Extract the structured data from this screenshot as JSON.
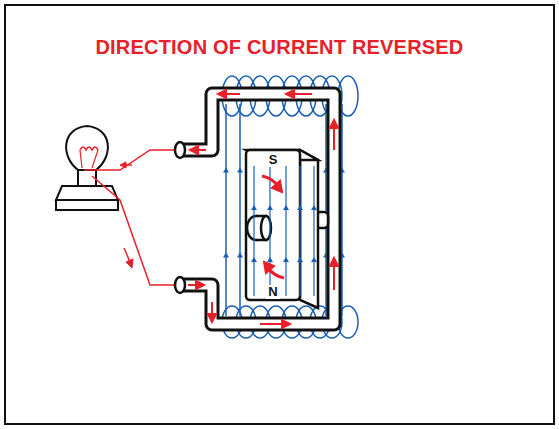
{
  "diagram": {
    "title": "DIRECTION OF CURRENT REVERSED",
    "labels": [
      "S",
      "N"
    ]
  }
}
